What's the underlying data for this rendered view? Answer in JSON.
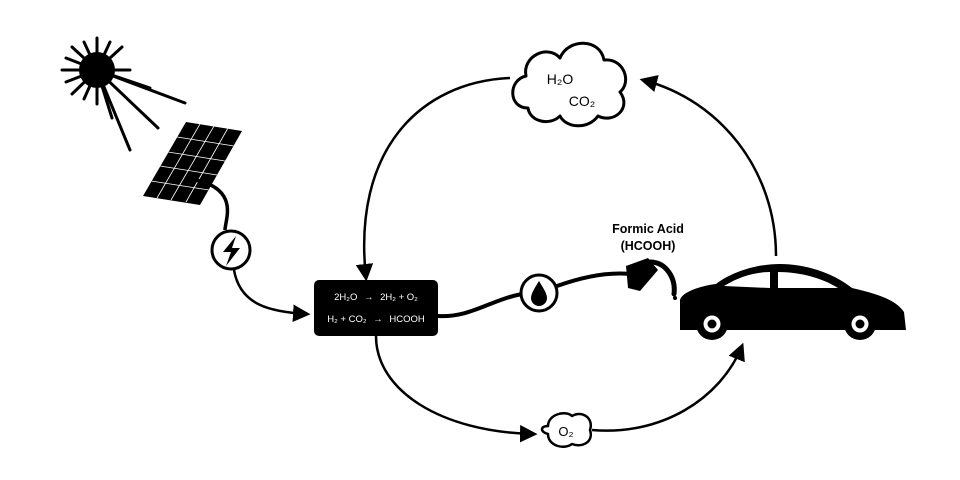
{
  "diagram": {
    "reactor": {
      "eq1": {
        "lhs": "2H₂O",
        "rhs": "2H₂ + O₂"
      },
      "eq2": {
        "lhs": "H₂ + CO₂",
        "rhs": "HCOOH"
      }
    },
    "product_label": {
      "line1": "Formic Acid",
      "line2": "(HCOOH)"
    },
    "emissions_cloud": {
      "line1": "H₂O",
      "line2": "CO₂"
    },
    "oxygen_bubble": {
      "label": "O₂"
    },
    "icons": {
      "sun": "sun-icon",
      "solar_panel": "solar-panel-icon",
      "electricity": "lightning-bolt-icon",
      "fuel_drop": "droplet-icon",
      "fuel_nozzle": "fuel-nozzle-icon",
      "vehicle": "car-icon",
      "cloud": "cloud-icon"
    },
    "colors": {
      "ink": "#000000",
      "background": "#ffffff"
    }
  }
}
